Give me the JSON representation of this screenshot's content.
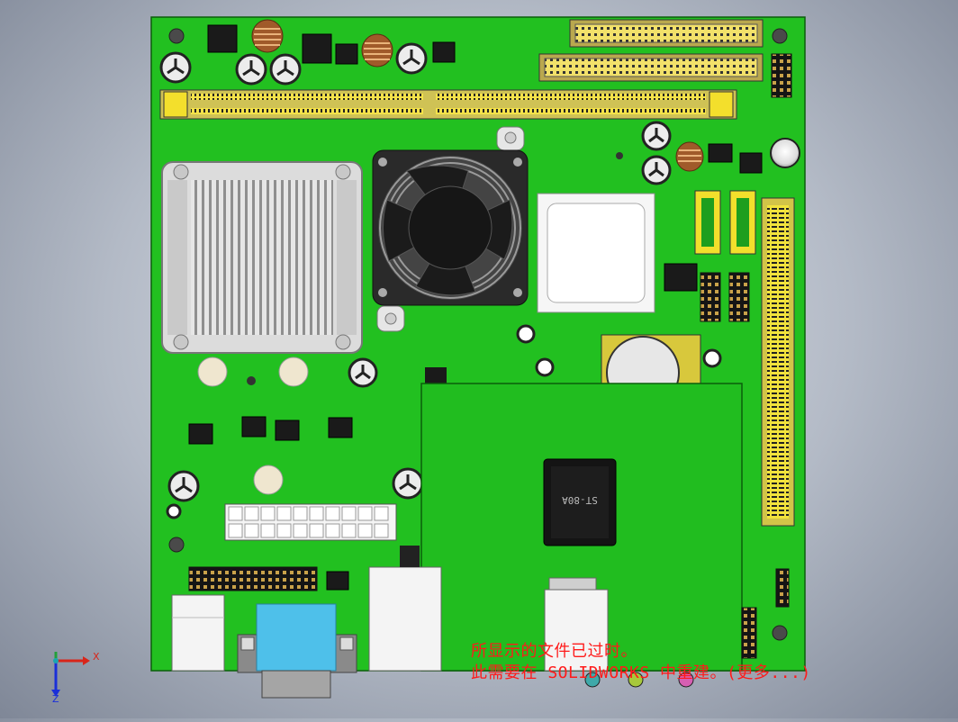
{
  "viewport": {
    "part_name": "mini-ITX motherboard",
    "board_color": "#22c020",
    "chip_marking": "ST-80A"
  },
  "message": {
    "line1": "所显示的文件已过时。",
    "line2": "此需要在 SOLIDWORKS 中重建。(更多...)",
    "color": "#ff1a1a"
  },
  "triad": {
    "x_label": "X",
    "z_label": "Z"
  }
}
